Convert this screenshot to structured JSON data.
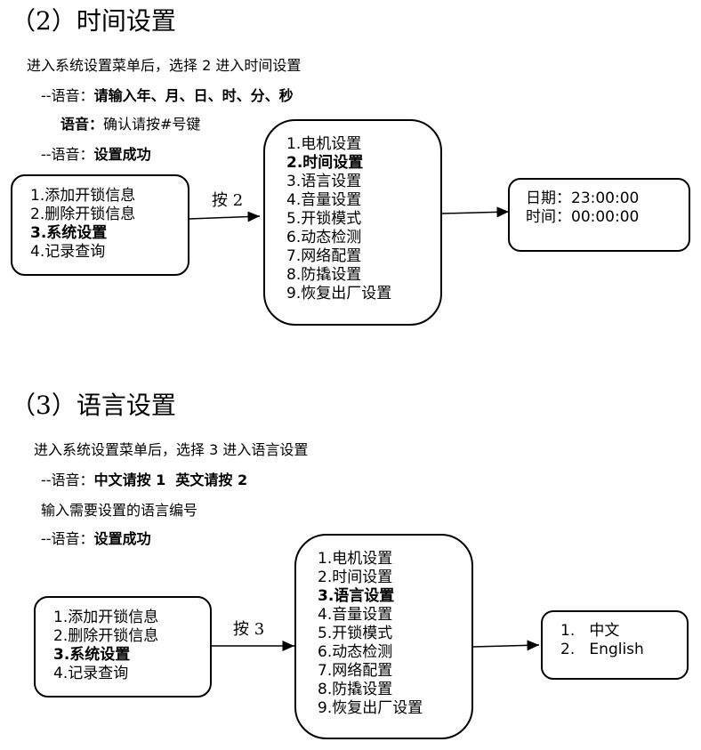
{
  "sec2": {
    "title": "（2）时间设置",
    "intro": "进入系统设置菜单后，选择 2 进入时间设置",
    "voice1_prefix": "--语音：",
    "voice1_text": "请输入年、月、日、时、分、秒",
    "voice2_prefix": "语音：",
    "voice2_text": "确认请按#号键",
    "voice3_prefix": "--语音：",
    "voice3_text": "设置成功",
    "left_menu": [
      "1.添加开锁信息",
      "2.删除开锁信息",
      "3.系统设置",
      "4.记录查询"
    ],
    "left_selected": 2,
    "arrow_label": "按 2",
    "mid_menu": [
      "1.电机设置",
      "2.时间设置",
      "3.语言设置",
      "4.音量设置",
      "5.开锁模式",
      "6.动态检测",
      "7.网络配置",
      "8.防撬设置",
      "9.恢复出厂设置"
    ],
    "mid_selected": 1,
    "right_lines": [
      "日期：23:00:00",
      "时间：00:00:00"
    ]
  },
  "sec3": {
    "title": "（3）语言设置",
    "intro": "进入系统设置菜单后，选择 3 进入语言设置",
    "voice1_prefix": "--语音：",
    "voice1_text": "中文请按 1  英文请按 2",
    "input_hint": "输入需要设置的语言编号",
    "voice2_prefix": "--语音：",
    "voice2_text": "设置成功",
    "left_menu": [
      "1.添加开锁信息",
      "2.删除开锁信息",
      "3.系统设置",
      "4.记录查询"
    ],
    "left_selected": 2,
    "arrow_label": "按 3",
    "mid_menu": [
      "1.电机设置",
      "2.时间设置",
      "3.语言设置",
      "4.音量设置",
      "5.开锁模式",
      "6.动态检测",
      "7.网络配置",
      "8.防撬设置",
      "9.恢复出厂设置"
    ],
    "mid_selected": 2,
    "right_items": [
      "1.   中文",
      "2.   English"
    ]
  }
}
